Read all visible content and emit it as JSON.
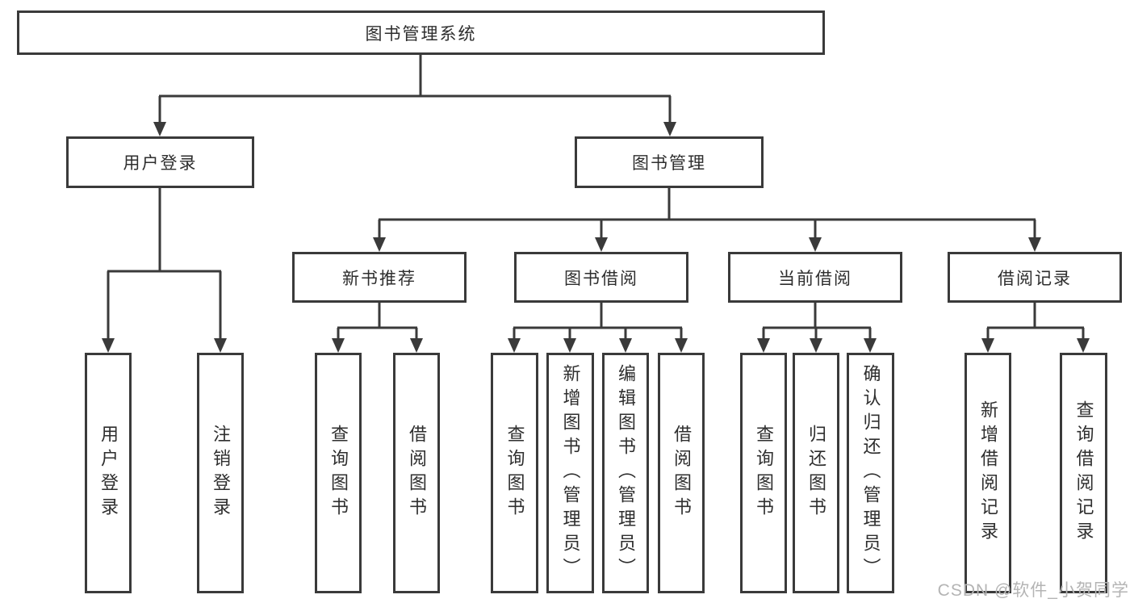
{
  "style": {
    "line_color": "#3a3a3a",
    "text_color": "#2e2e2e",
    "watermark_color": "#b4b4b4",
    "background": "#ffffff"
  },
  "watermark": "CSDN @软件_小贺同学",
  "tree": {
    "root": {
      "label": "图书管理系统"
    },
    "user_login": {
      "label": "用户登录",
      "leaves": [
        "用户登录",
        "注销登录"
      ]
    },
    "book_mgmt": {
      "label": "图书管理",
      "branches": [
        {
          "label": "新书推荐",
          "leaves": [
            "查询图书",
            "借阅图书"
          ]
        },
        {
          "label": "图书借阅",
          "leaves": [
            "查询图书",
            "新增图书（管理员）",
            "编辑图书（管理员）",
            "借阅图书"
          ]
        },
        {
          "label": "当前借阅",
          "leaves": [
            "查询图书",
            "归还图书",
            "确认归还（管理员）"
          ]
        },
        {
          "label": "借阅记录",
          "leaves": [
            "新增借阅记录",
            "查询借阅记录"
          ]
        }
      ]
    }
  }
}
